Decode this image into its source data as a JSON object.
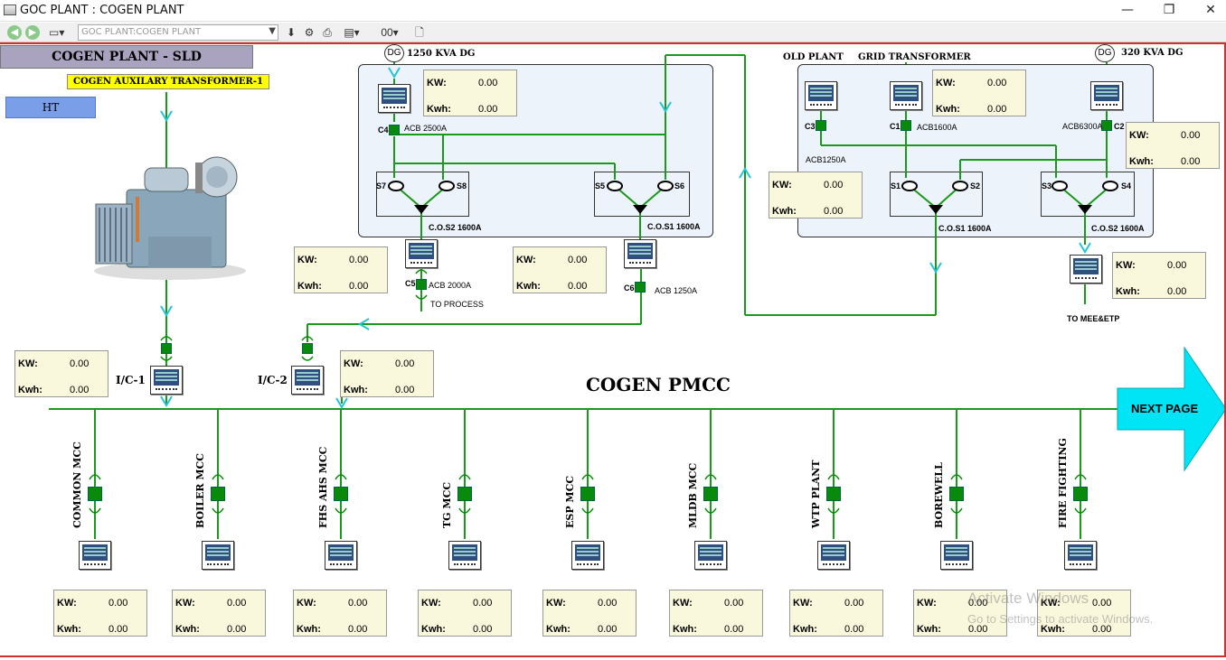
{
  "window": {
    "title": "GOC PLANT : COGEN PLANT",
    "minimize": "—",
    "maximize": "❐",
    "close": "✕"
  },
  "toolbar": {
    "address_value": "GOC PLANT:COGEN PLANT",
    "icons": [
      "back-icon",
      "forward-icon",
      "print-icon",
      "download-icon",
      "network-icon",
      "printer-icon",
      "layers-icon",
      "counter-icon",
      "document-icon"
    ]
  },
  "diagram": {
    "title": "COGEN PLANT - SLD",
    "aux_transformer": "COGEN AUXILARY TRANSFORMER-1",
    "ht_button": "HT",
    "pmcc_label": "COGEN PMCC",
    "next_page": "NEXT PAGE",
    "colors": {
      "line": "#1a9a1a",
      "arrow": "#23c4d4",
      "breaker": "#0a8a0a",
      "title_bg": "#a9a3c0",
      "panel_bg": "#edf3fb",
      "frame": "#d32f2f"
    },
    "dg1250": {
      "dg": "DG",
      "label": "1250 KVA DG",
      "breaker": "C4",
      "acb": "ACB 2500A"
    },
    "cos2_left": {
      "s7": "S7",
      "s8": "S8",
      "label": "C.O.S2 1600A"
    },
    "cos1_left": {
      "s5": "S5",
      "s6": "S6",
      "label": "C.O.S1 1600A"
    },
    "c5": {
      "name": "C5",
      "acb": "ACB 2000A",
      "to": "TO PROCESS"
    },
    "c6": {
      "name": "C6",
      "acb": "ACB 1250A"
    },
    "old_plant": {
      "label": "OLD PLANT",
      "breaker": "C3",
      "acb": "ACB1250A"
    },
    "grid_tr": {
      "label": "GRID TRANSFORMER",
      "breaker": "C1",
      "acb": "ACB1600A"
    },
    "dg320": {
      "dg": "DG",
      "label": "320 KVA DG",
      "breaker": "C2",
      "acb": "ACB6300A"
    },
    "cos1_right": {
      "s1": "S1",
      "s2": "S2",
      "label": "C.O.S1 1600A"
    },
    "cos2_right": {
      "s3": "S3",
      "s4": "S4",
      "label": "C.O.S2 1600A"
    },
    "mee_etp": "TO MEE&ETP",
    "ic1": "I/C-1",
    "ic2": "I/C-2",
    "kw_label": "KW:",
    "kwh_label": "Kwh:",
    "readings": {
      "dg1250": {
        "kw": "0.00",
        "kwh": "0.00"
      },
      "c5": {
        "kw": "0.00",
        "kwh": "0.00"
      },
      "c6": {
        "kw": "0.00",
        "kwh": "0.00"
      },
      "old_plant": {
        "kw": "0.00",
        "kwh": "0.00"
      },
      "grid": {
        "kw": "0.00",
        "kwh": "0.00"
      },
      "dg320": {
        "kw": "0.00",
        "kwh": "0.00"
      },
      "mee": {
        "kw": "0.00",
        "kwh": "0.00"
      },
      "ic1": {
        "kw": "0.00",
        "kwh": "0.00"
      },
      "ic2": {
        "kw": "0.00",
        "kwh": "0.00"
      }
    },
    "feeders": [
      {
        "name": "COMMON MCC",
        "kw": "0.00",
        "kwh": "0.00"
      },
      {
        "name": "BOILER MCC",
        "kw": "0.00",
        "kwh": "0.00"
      },
      {
        "name": "FHS AHS MCC",
        "kw": "0.00",
        "kwh": "0.00"
      },
      {
        "name": "TG MCC",
        "kw": "0.00",
        "kwh": "0.00"
      },
      {
        "name": "ESP MCC",
        "kw": "0.00",
        "kwh": "0.00"
      },
      {
        "name": "MLDB MCC",
        "kw": "0.00",
        "kwh": "0.00"
      },
      {
        "name": "WTP PLANT",
        "kw": "0.00",
        "kwh": "0.00"
      },
      {
        "name": "BOREWELL",
        "kw": "0.00",
        "kwh": "0.00"
      },
      {
        "name": "FIRE FIGHTING",
        "kw": "0.00",
        "kwh": "0.00"
      }
    ]
  },
  "watermark": {
    "line1": "Activate Windows",
    "line2": "Go to Settings to activate Windows."
  }
}
